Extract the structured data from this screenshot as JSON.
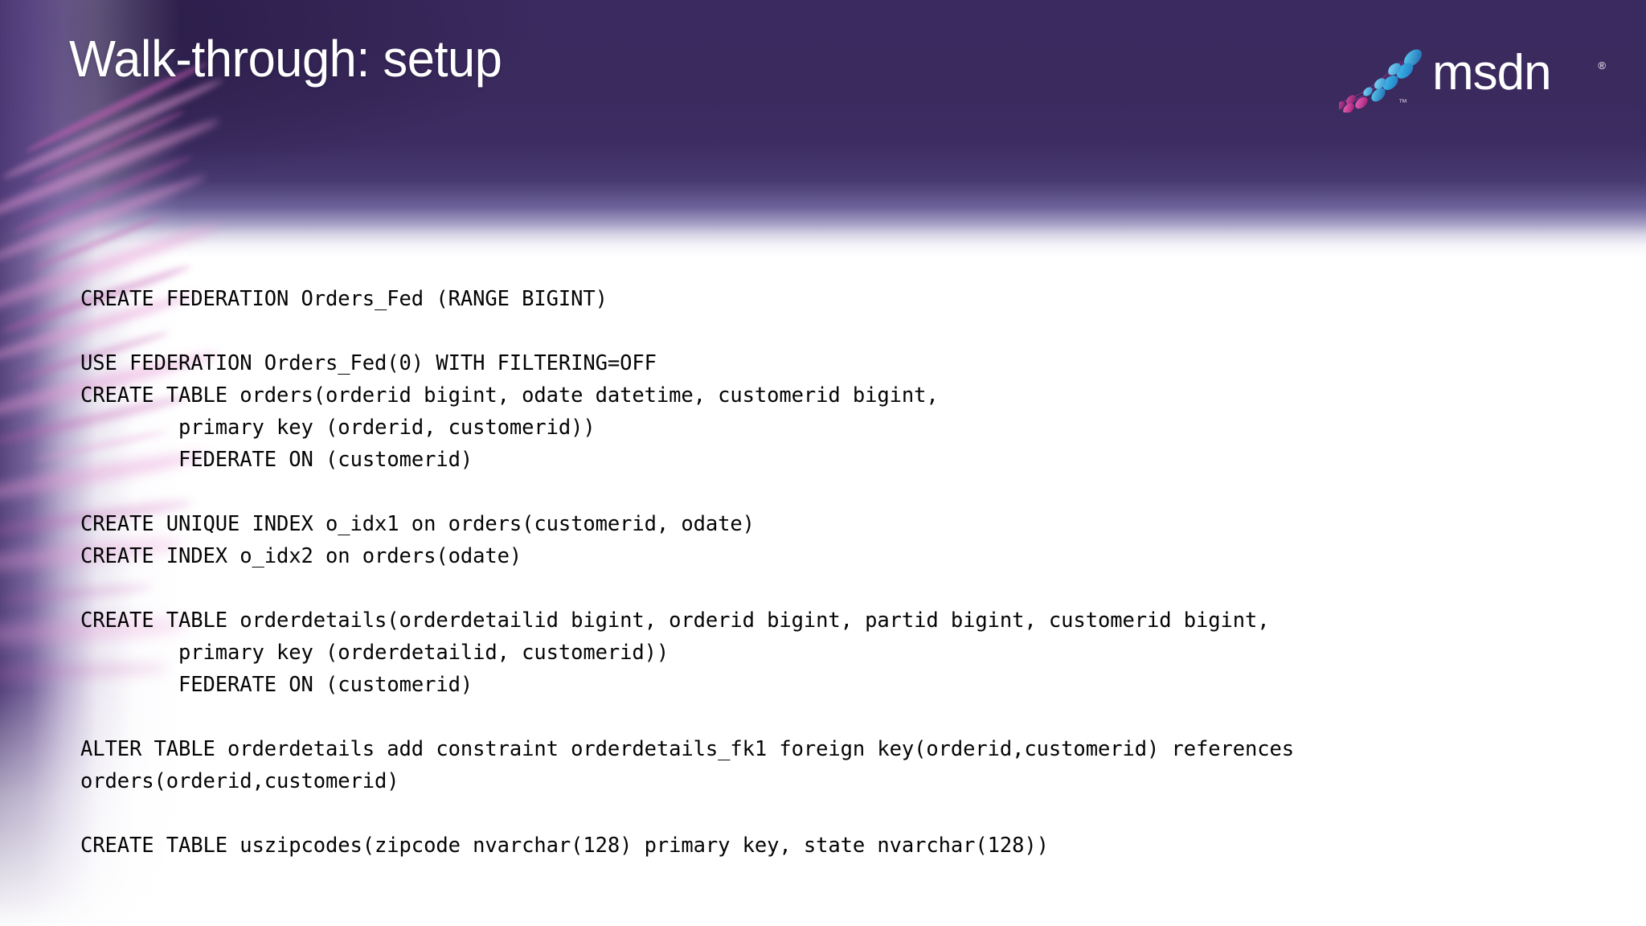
{
  "slide": {
    "title": "Walk-through: setup",
    "brand": {
      "wordmark": "msdn",
      "registered_mark": "®",
      "trademark_mark": "™"
    },
    "theme": {
      "header_purple": "#3a2a5e",
      "header_purple_dark": "#2d1f4c",
      "accent_magenta": "#c45fb4",
      "accent_pink": "#e79ad6",
      "logo_blue": "#27a9e1",
      "logo_blue_dark": "#1b5fa8",
      "logo_magenta": "#c2268f",
      "body_background": "#ffffff",
      "code_text": "#040404",
      "title_text": "#ffffff"
    }
  },
  "code": {
    "language": "sql",
    "lines": [
      "CREATE FEDERATION Orders_Fed (RANGE BIGINT)",
      "",
      "USE FEDERATION Orders_Fed(0) WITH FILTERING=OFF",
      "CREATE TABLE orders(orderid bigint, odate datetime, customerid bigint,",
      "        primary key (orderid, customerid))",
      "        FEDERATE ON (customerid)",
      "",
      "CREATE UNIQUE INDEX o_idx1 on orders(customerid, odate)",
      "CREATE INDEX o_idx2 on orders(odate)",
      "",
      "CREATE TABLE orderdetails(orderdetailid bigint, orderid bigint, partid bigint, customerid bigint,",
      "        primary key (orderdetailid, customerid))",
      "        FEDERATE ON (customerid)",
      "",
      "ALTER TABLE orderdetails add constraint orderdetails_fk1 foreign key(orderid,customerid) references orders(orderid,customerid)",
      "",
      "CREATE TABLE uszipcodes(zipcode nvarchar(128) primary key, state nvarchar(128))"
    ]
  }
}
